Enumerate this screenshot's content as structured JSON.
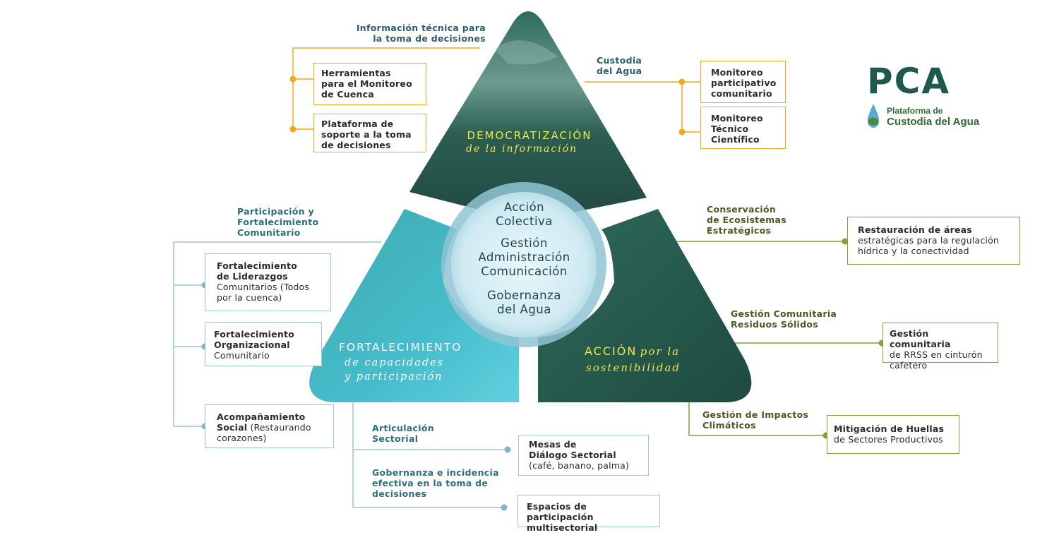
{
  "center": {
    "line1": "Acción",
    "line2": "Colectiva",
    "line3": "Gestión",
    "line4": "Administración",
    "line5": "Comunicación",
    "line6": "Gobernanza",
    "line7": "del Agua"
  },
  "top": {
    "title": "DEMOCRATIZACIÓN",
    "subtitle": "de la información",
    "left_heading_1": "Información técnica para",
    "left_heading_2": "la toma de decisiones",
    "left_box1": [
      "Herramientas",
      "para el Monitoreo",
      "de Cuenca"
    ],
    "left_box2": [
      "Plataforma de",
      "soporte a la toma",
      "de decisiones"
    ],
    "right_heading_1": "Custodia",
    "right_heading_2": "del Agua",
    "right_box1": [
      "Monitoreo",
      "participativo",
      "comunitario"
    ],
    "right_box2": [
      "Monitoreo",
      "Técnico",
      "Científico"
    ]
  },
  "left": {
    "title": "FORTALECIMIENTO",
    "subtitle_1": "de capacidades",
    "subtitle_2": "y participación",
    "heading_1": "Participación y",
    "heading_2": "Fortalecimiento",
    "heading_3": "Comunitario",
    "box1_bold_1": "Fortalecimiento",
    "box1_bold_2": "de Liderazgos",
    "box1_reg_1": "Comunitarios (Todos",
    "box1_reg_2": "por la cuenca)",
    "box2_bold_1": "Fortalecimiento",
    "box2_bold_2": "Organizacional",
    "box2_reg_1": "Comunitario",
    "box3_bold_1": "Acompañamiento",
    "box3_bold_2": "Social",
    "box3_reg_2": " (Restaurando",
    "box3_reg_3": "corazones)",
    "bottom_heading_1a": "Articulación",
    "bottom_heading_1b": "Sectorial",
    "bottom_heading_2a": "Gobernanza e incidencia",
    "bottom_heading_2b": "efectiva en la toma de",
    "bottom_heading_2c": "decisiones",
    "bottom_box1_bold_1": "Mesas de",
    "bottom_box1_bold_2": "Diálogo Sectorial",
    "bottom_box1_reg": "(café, banano, palma)",
    "bottom_box2_bold_1": "Espacios de participación",
    "bottom_box2_bold_2": "multisectorial"
  },
  "right": {
    "title_1": "ACCIÓN",
    "title_2": "por la",
    "title_3": "sostenibilidad",
    "heading1_1": "Conservación",
    "heading1_2": "de Ecosistemas",
    "heading1_3": "Estratégicos",
    "box1_bold": "Restauración de áreas",
    "box1_reg_1": "estratégicas para la regulación",
    "box1_reg_2": "hídrica y la conectividad",
    "heading2_1": "Gestión Comunitaria",
    "heading2_2": "Residuos Sólidos",
    "box2_bold": "Gestión comunitaria",
    "box2_reg_1": "de RRSS en cinturón",
    "box2_reg_2": "cafetero",
    "heading3_1": "Gestión de Impactos",
    "heading3_2": "Climáticos",
    "box3_bold": "Mitigación de Huellas",
    "box3_reg": "de Sectores Productivos"
  },
  "logo": {
    "acronym": "PCA",
    "name_1": "Plataforma de",
    "name_2": "Custodia del Agua",
    "icon": "water-drop-icon"
  },
  "colors": {
    "orange": "#f2a81d",
    "teal": "#9fc6cf",
    "green": "#7fa33a",
    "dark_green": "#2a5a4c",
    "light_teal": "#4fc2d2",
    "yellow": "#f1e54a"
  }
}
